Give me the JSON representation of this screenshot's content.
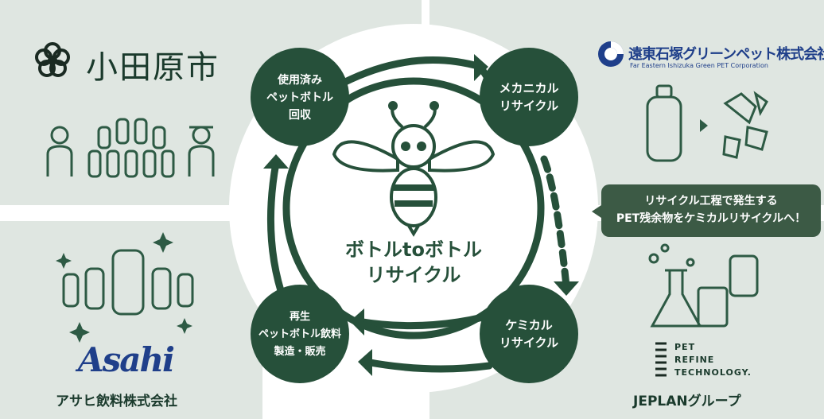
{
  "odawara": {
    "city_name": "小田原市"
  },
  "far_eastern": {
    "company_name": "遠東石塚グリーンペット株式会社",
    "company_name_en": "Far Eastern Ishizuka Green PET Corporation"
  },
  "asahi": {
    "logo_text": "Asahi",
    "company_name": "アサヒ飲料株式会社"
  },
  "jeplan": {
    "group_name": "JEPLANグループ",
    "tech_lines": [
      "PET",
      "REFINE",
      "TECHNOLOGY."
    ]
  },
  "cycle": {
    "center_line1": "ボトルtoボトル",
    "center_line2": "リサイクル",
    "nodes": [
      {
        "id": "collect",
        "lines": [
          "使用済み",
          "ペットボトル",
          "回収"
        ]
      },
      {
        "id": "mechanical",
        "lines": [
          "メカニカル",
          "リサイクル"
        ]
      },
      {
        "id": "chemical",
        "lines": [
          "ケミカル",
          "リサイクル"
        ]
      },
      {
        "id": "production",
        "lines": [
          "再生",
          "ペットボトル飲料",
          "製造・販売"
        ]
      }
    ]
  },
  "callout": {
    "line1": "リサイクル工程で発生する",
    "line2": "PET残余物をケミカルリサイクルへ！"
  },
  "colors": {
    "dark_green": "#26503a",
    "panel_bg": "#dfe6e1",
    "navy": "#1f3f8a",
    "callout_bg": "#3c5a45"
  },
  "icons": [
    "odawara-crest-icon",
    "person-icon",
    "bottle-icon",
    "bee-mascot-icon",
    "flask-icon",
    "sparkle-icon",
    "far-eastern-logo-icon",
    "spring-logo-icon"
  ]
}
